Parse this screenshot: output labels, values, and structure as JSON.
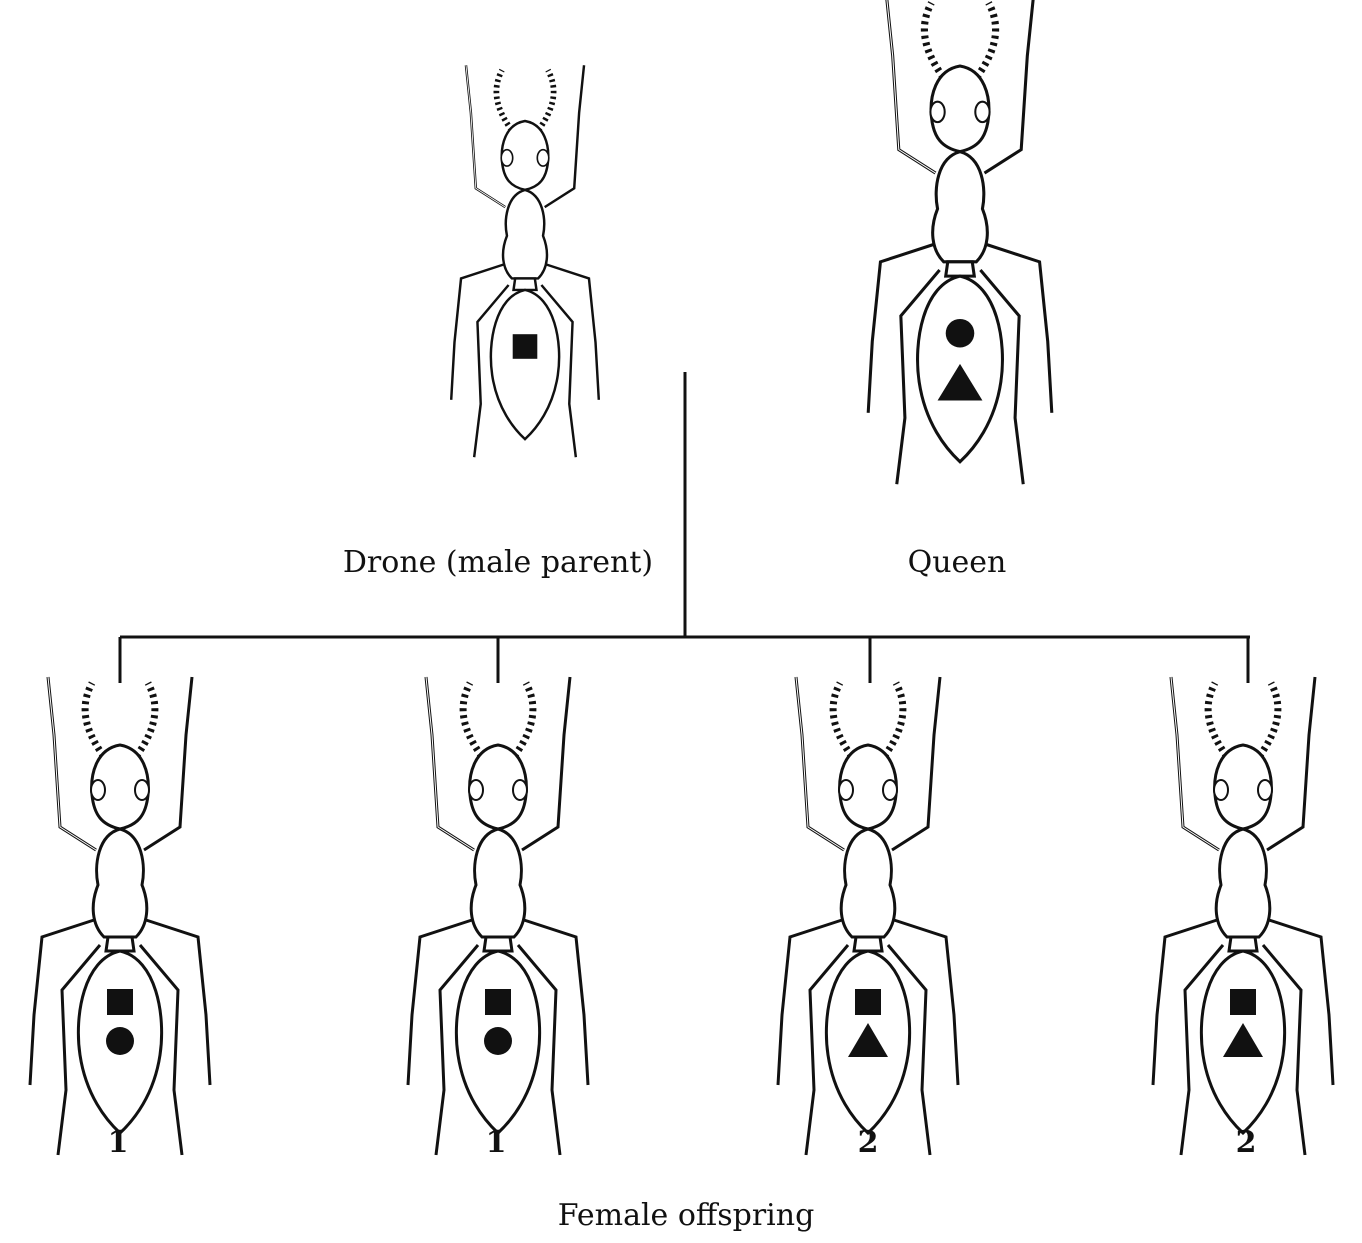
{
  "labels": {
    "drone": "Drone (male parent)",
    "queen": "Queen",
    "offspring_caption": "Female offspring"
  },
  "drone": {
    "markers": [
      "square"
    ]
  },
  "queen": {
    "markers": [
      "circle",
      "triangle"
    ]
  },
  "offspring": [
    {
      "number": "1",
      "markers": [
        "square",
        "circle"
      ]
    },
    {
      "number": "1",
      "markers": [
        "square",
        "circle"
      ]
    },
    {
      "number": "2",
      "markers": [
        "square",
        "triangle"
      ]
    },
    {
      "number": "2",
      "markers": [
        "square",
        "triangle"
      ]
    }
  ],
  "colors": {
    "line": "#111111",
    "marker": "#111111",
    "body": "#ffffff"
  }
}
